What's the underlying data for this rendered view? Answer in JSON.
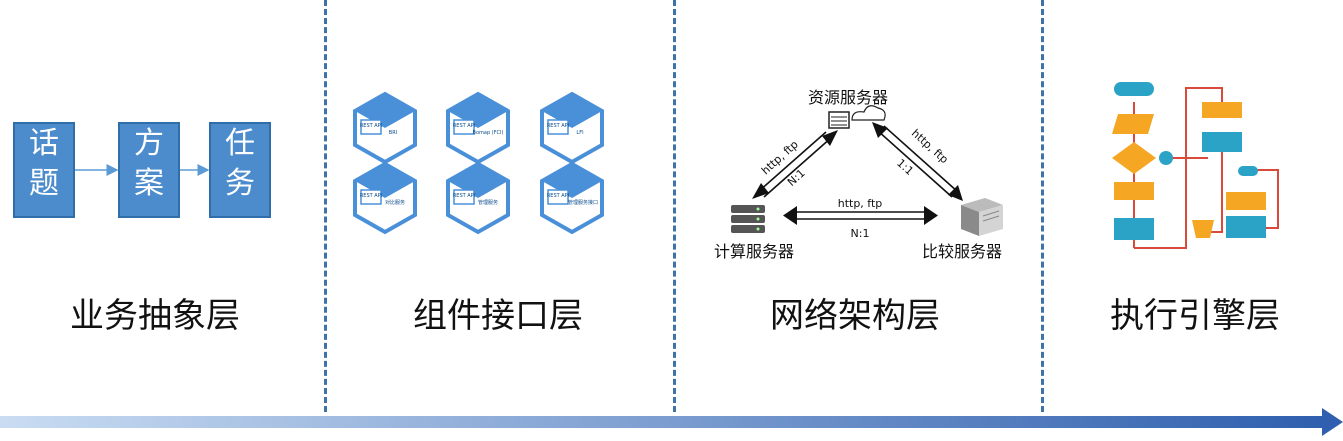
{
  "layers": [
    {
      "label": "业务抽象层"
    },
    {
      "label": "组件接口层"
    },
    {
      "label": "网络架构层"
    },
    {
      "label": "执行引擎层"
    }
  ],
  "business_flow": [
    {
      "line1": "话",
      "line2": "题"
    },
    {
      "line1": "方",
      "line2": "案"
    },
    {
      "line1": "任",
      "line2": "务"
    }
  ],
  "components": [
    {
      "api": "REST API",
      "name": "BRI"
    },
    {
      "api": "REST API",
      "name": "Bomap (FCI)"
    },
    {
      "api": "REST API",
      "name": "LFI"
    },
    {
      "api": "REST API",
      "name": "对比服务"
    },
    {
      "api": "REST API",
      "name": "管理服务"
    },
    {
      "api": "REST API",
      "name": "管理服务接口"
    }
  ],
  "network": {
    "resource_server": "资源服务器",
    "compute_server": "计算服务器",
    "compare_server": "比较服务器",
    "link_left": {
      "protocol": "http, ftp",
      "ratio": "N:1"
    },
    "link_right": {
      "protocol": "http, ftp",
      "ratio": "1:1"
    },
    "link_bottom": {
      "protocol": "http, ftp",
      "ratio": "N:1"
    }
  },
  "colors": {
    "box_fill": "#4d8ccc",
    "hex_fill": "#4a90d9",
    "flow_teal": "#2aa3c7",
    "flow_orange": "#f5a623",
    "flow_line": "#d94a3a",
    "divider": "#3f73a8"
  }
}
